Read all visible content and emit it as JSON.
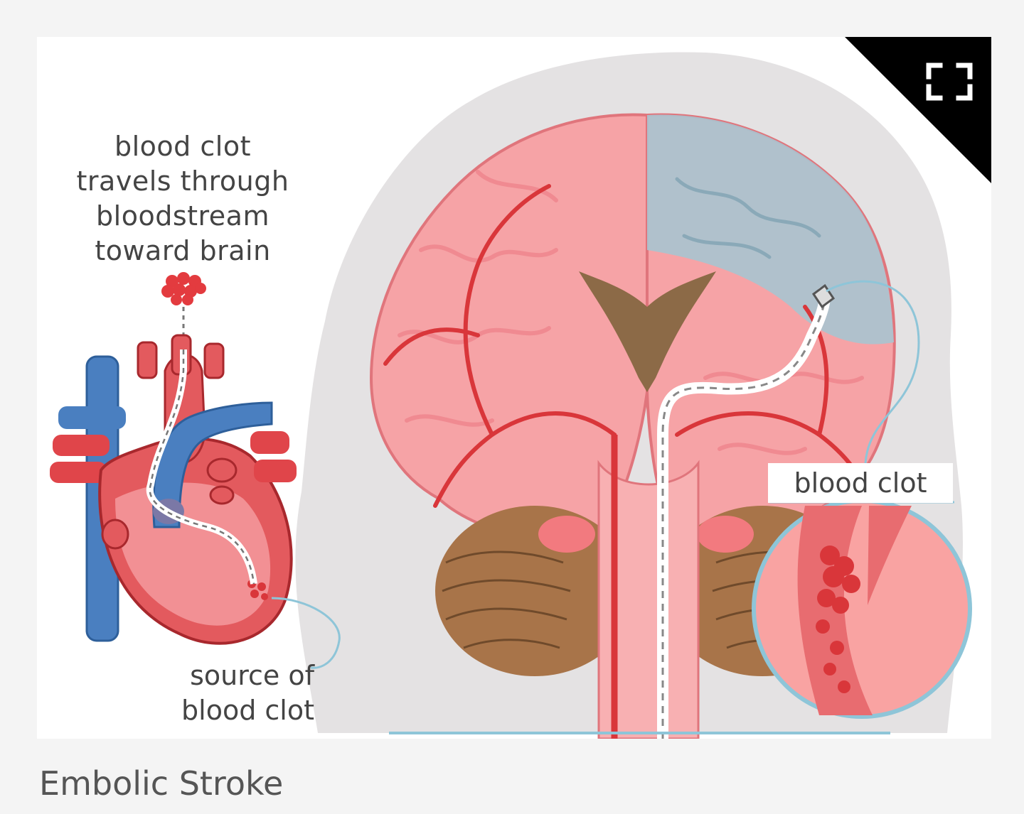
{
  "figure": {
    "labels": {
      "clot_travels": [
        "blood clot",
        "travels through",
        "bloodstream",
        "toward brain"
      ],
      "source": [
        "source of",
        "blood clot"
      ],
      "blood_clot": "blood clot"
    },
    "caption": "Embolic Stroke",
    "icons": {
      "expand": "expand-icon"
    },
    "colors": {
      "brain": "#f7a3a5",
      "ischemic_region": "#a9c4d0",
      "artery": "#d9363a",
      "vein": "#4a7fc0",
      "cerebellum": "#a87449",
      "head_silhouette": "#e4e2e3",
      "leader_line": "#8ec5d8"
    }
  }
}
